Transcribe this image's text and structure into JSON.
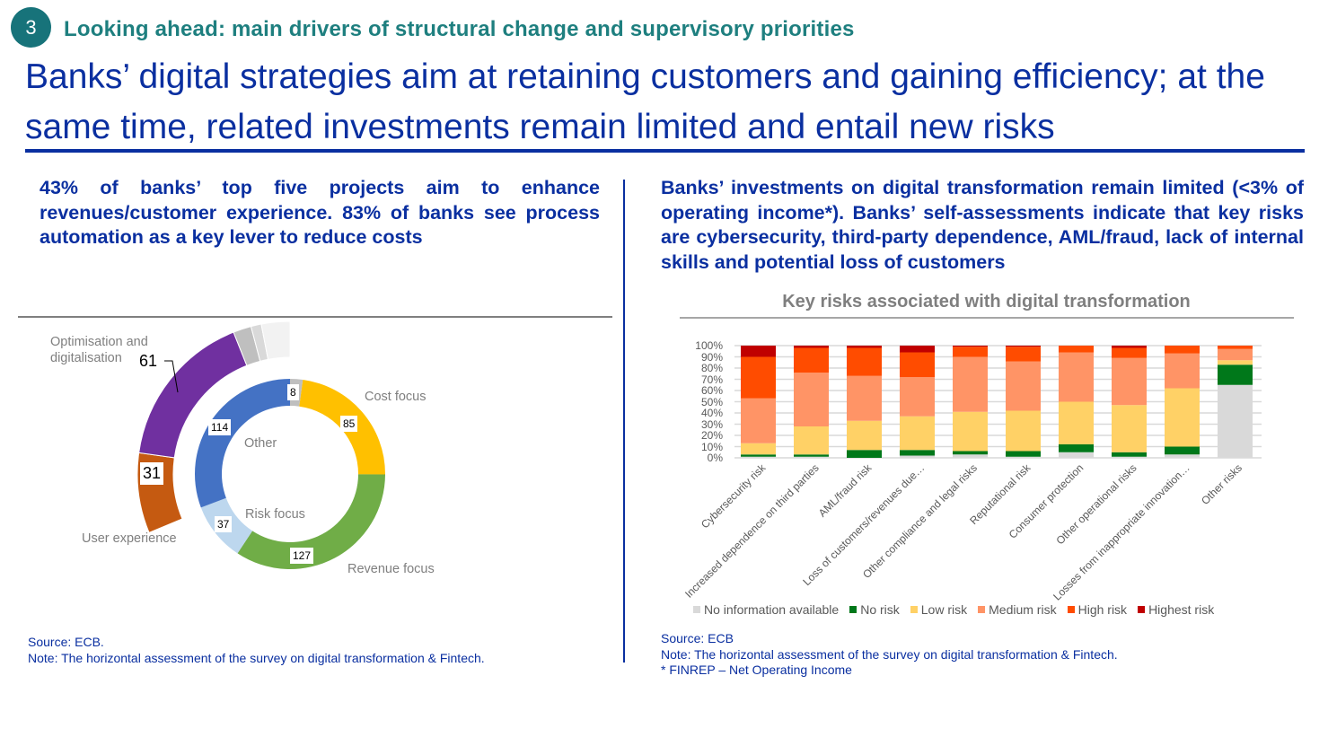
{
  "header": {
    "section_number": "3",
    "subtitle": "Looking ahead: main drivers of structural change and supervisory priorities",
    "title": "Banks’ digital strategies aim at retaining customers and gaining efficiency; at the same time, related investments remain limited and entail new risks"
  },
  "left": {
    "lead": "43% of banks’ top five projects aim to enhance revenues/customer experience. 83% of banks see process automation as a key lever to reduce costs",
    "source": "Source: ECB.",
    "note": "Note: The horizontal assessment of the survey on digital transformation & Fintech."
  },
  "right": {
    "lead": "Banks’ investments on digital transformation remain limited (<3% of operating income*). Banks’ self-assessments indicate that key risks are cybersecurity, third-party dependence, AML/fraud, lack of internal skills and potential loss of customers",
    "source": "Source: ECB",
    "note": "Note: The horizontal assessment of the survey on digital transformation & Fintech.",
    "footnote": "* FINREP – Net Operating Income"
  },
  "chart_data": [
    {
      "type": "pie",
      "title": "",
      "inner": {
        "slices": [
          {
            "label": "",
            "value": 8,
            "color": "#bfbfbf"
          },
          {
            "label": "Cost focus",
            "value": 85,
            "color": "#ffc000"
          },
          {
            "label": "Revenue focus",
            "value": 127,
            "color": "#70ad47"
          },
          {
            "label": "Risk focus",
            "value": 37,
            "color": "#bdd7ee"
          },
          {
            "label": "Other",
            "value": 114,
            "color": "#4472c4"
          }
        ]
      },
      "outer": {
        "slices": [
          {
            "label": "User experience",
            "value": 31,
            "color": "#c55a11"
          },
          {
            "label": "Optimisation and digitalisation",
            "value": 61,
            "color": "#7030a0"
          },
          {
            "label": "",
            "value": 7,
            "color": "#bfbfbf"
          },
          {
            "label": "",
            "value": 4,
            "color": "#d9d9d9"
          },
          {
            "label": "",
            "value": 11,
            "color": "#f2f2f2"
          }
        ]
      }
    },
    {
      "type": "bar",
      "stacked": true,
      "title": "Key risks associated with digital transformation",
      "ylim": [
        0,
        100
      ],
      "yticks": [
        "0%",
        "10%",
        "20%",
        "30%",
        "40%",
        "50%",
        "60%",
        "70%",
        "80%",
        "90%",
        "100%"
      ],
      "categories": [
        "Cybersecurity risk",
        "Increased dependence on third parties",
        "AML/fraud risk",
        "Loss of customers/revenues due…",
        "Other compliance and legal risks",
        "Reputational risk",
        "Consumer protection",
        "Other operational risks",
        "Losses from inappropriate innovation…",
        "Other risks"
      ],
      "series": [
        {
          "name": "No information available",
          "color": "#d9d9d9",
          "values": [
            1,
            1,
            0,
            2,
            3,
            1,
            5,
            1,
            3,
            65
          ]
        },
        {
          "name": "No risk",
          "color": "#00781a",
          "values": [
            2,
            2,
            7,
            5,
            3,
            5,
            7,
            4,
            7,
            18
          ]
        },
        {
          "name": "Low risk",
          "color": "#ffd166",
          "values": [
            10,
            25,
            26,
            30,
            35,
            36,
            38,
            42,
            52,
            4
          ]
        },
        {
          "name": "Medium risk",
          "color": "#ff9466",
          "values": [
            40,
            48,
            40,
            35,
            49,
            44,
            44,
            42,
            31,
            10
          ]
        },
        {
          "name": "High risk",
          "color": "#ff4c00",
          "values": [
            37,
            22,
            25,
            22,
            9,
            13,
            6,
            9,
            7,
            3
          ]
        },
        {
          "name": "Highest risk",
          "color": "#c00000",
          "values": [
            10,
            2,
            2,
            6,
            1,
            1,
            0,
            2,
            0,
            0
          ]
        }
      ],
      "legend": "bottom"
    }
  ]
}
